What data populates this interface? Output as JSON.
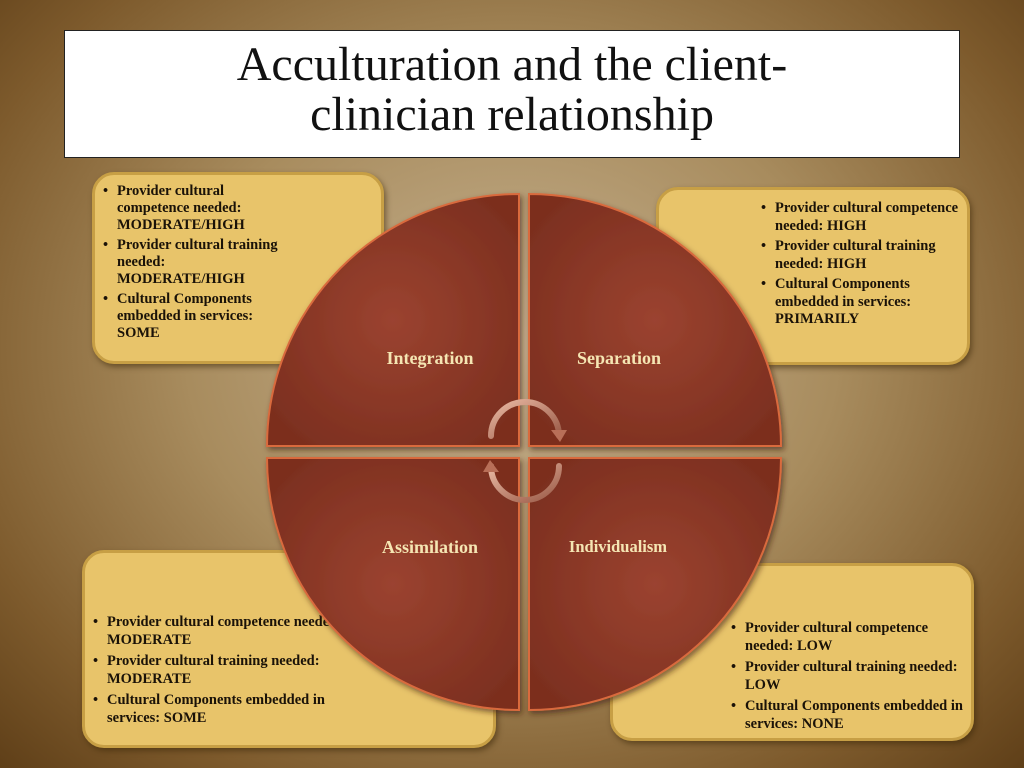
{
  "title": {
    "line1": "Acculturation and the client-",
    "line2": "clinician relationship"
  },
  "quadrants": {
    "top_left": "Integration",
    "top_right": "Separation",
    "bottom_left": "Assimilation",
    "bottom_right": "Individualism"
  },
  "cards": {
    "top_left": [
      "Provider cultural competence needed: MODERATE/HIGH",
      "Provider cultural training needed: MODERATE/HIGH",
      "Cultural Components embedded in services: SOME"
    ],
    "top_right": [
      "Provider cultural competence needed: HIGH",
      "Provider cultural training needed: HIGH",
      "Cultural Components embedded in services: PRIMARILY"
    ],
    "bottom_left": [
      "Provider cultural competence needed: MODERATE",
      "Provider cultural training needed: MODERATE",
      "Cultural Components embedded in services: SOME"
    ],
    "bottom_right": [
      "Provider cultural competence needed: LOW",
      "Provider cultural training needed: LOW",
      "Cultural Components embedded in services: NONE"
    ]
  },
  "colors": {
    "quadrant_fill": "#8e3a27",
    "quadrant_border": "#d96a3e",
    "card_fill": "#e8c46a",
    "label_text": "#f5e6b3"
  },
  "icons": {
    "center": "cycle-arrows-icon"
  }
}
